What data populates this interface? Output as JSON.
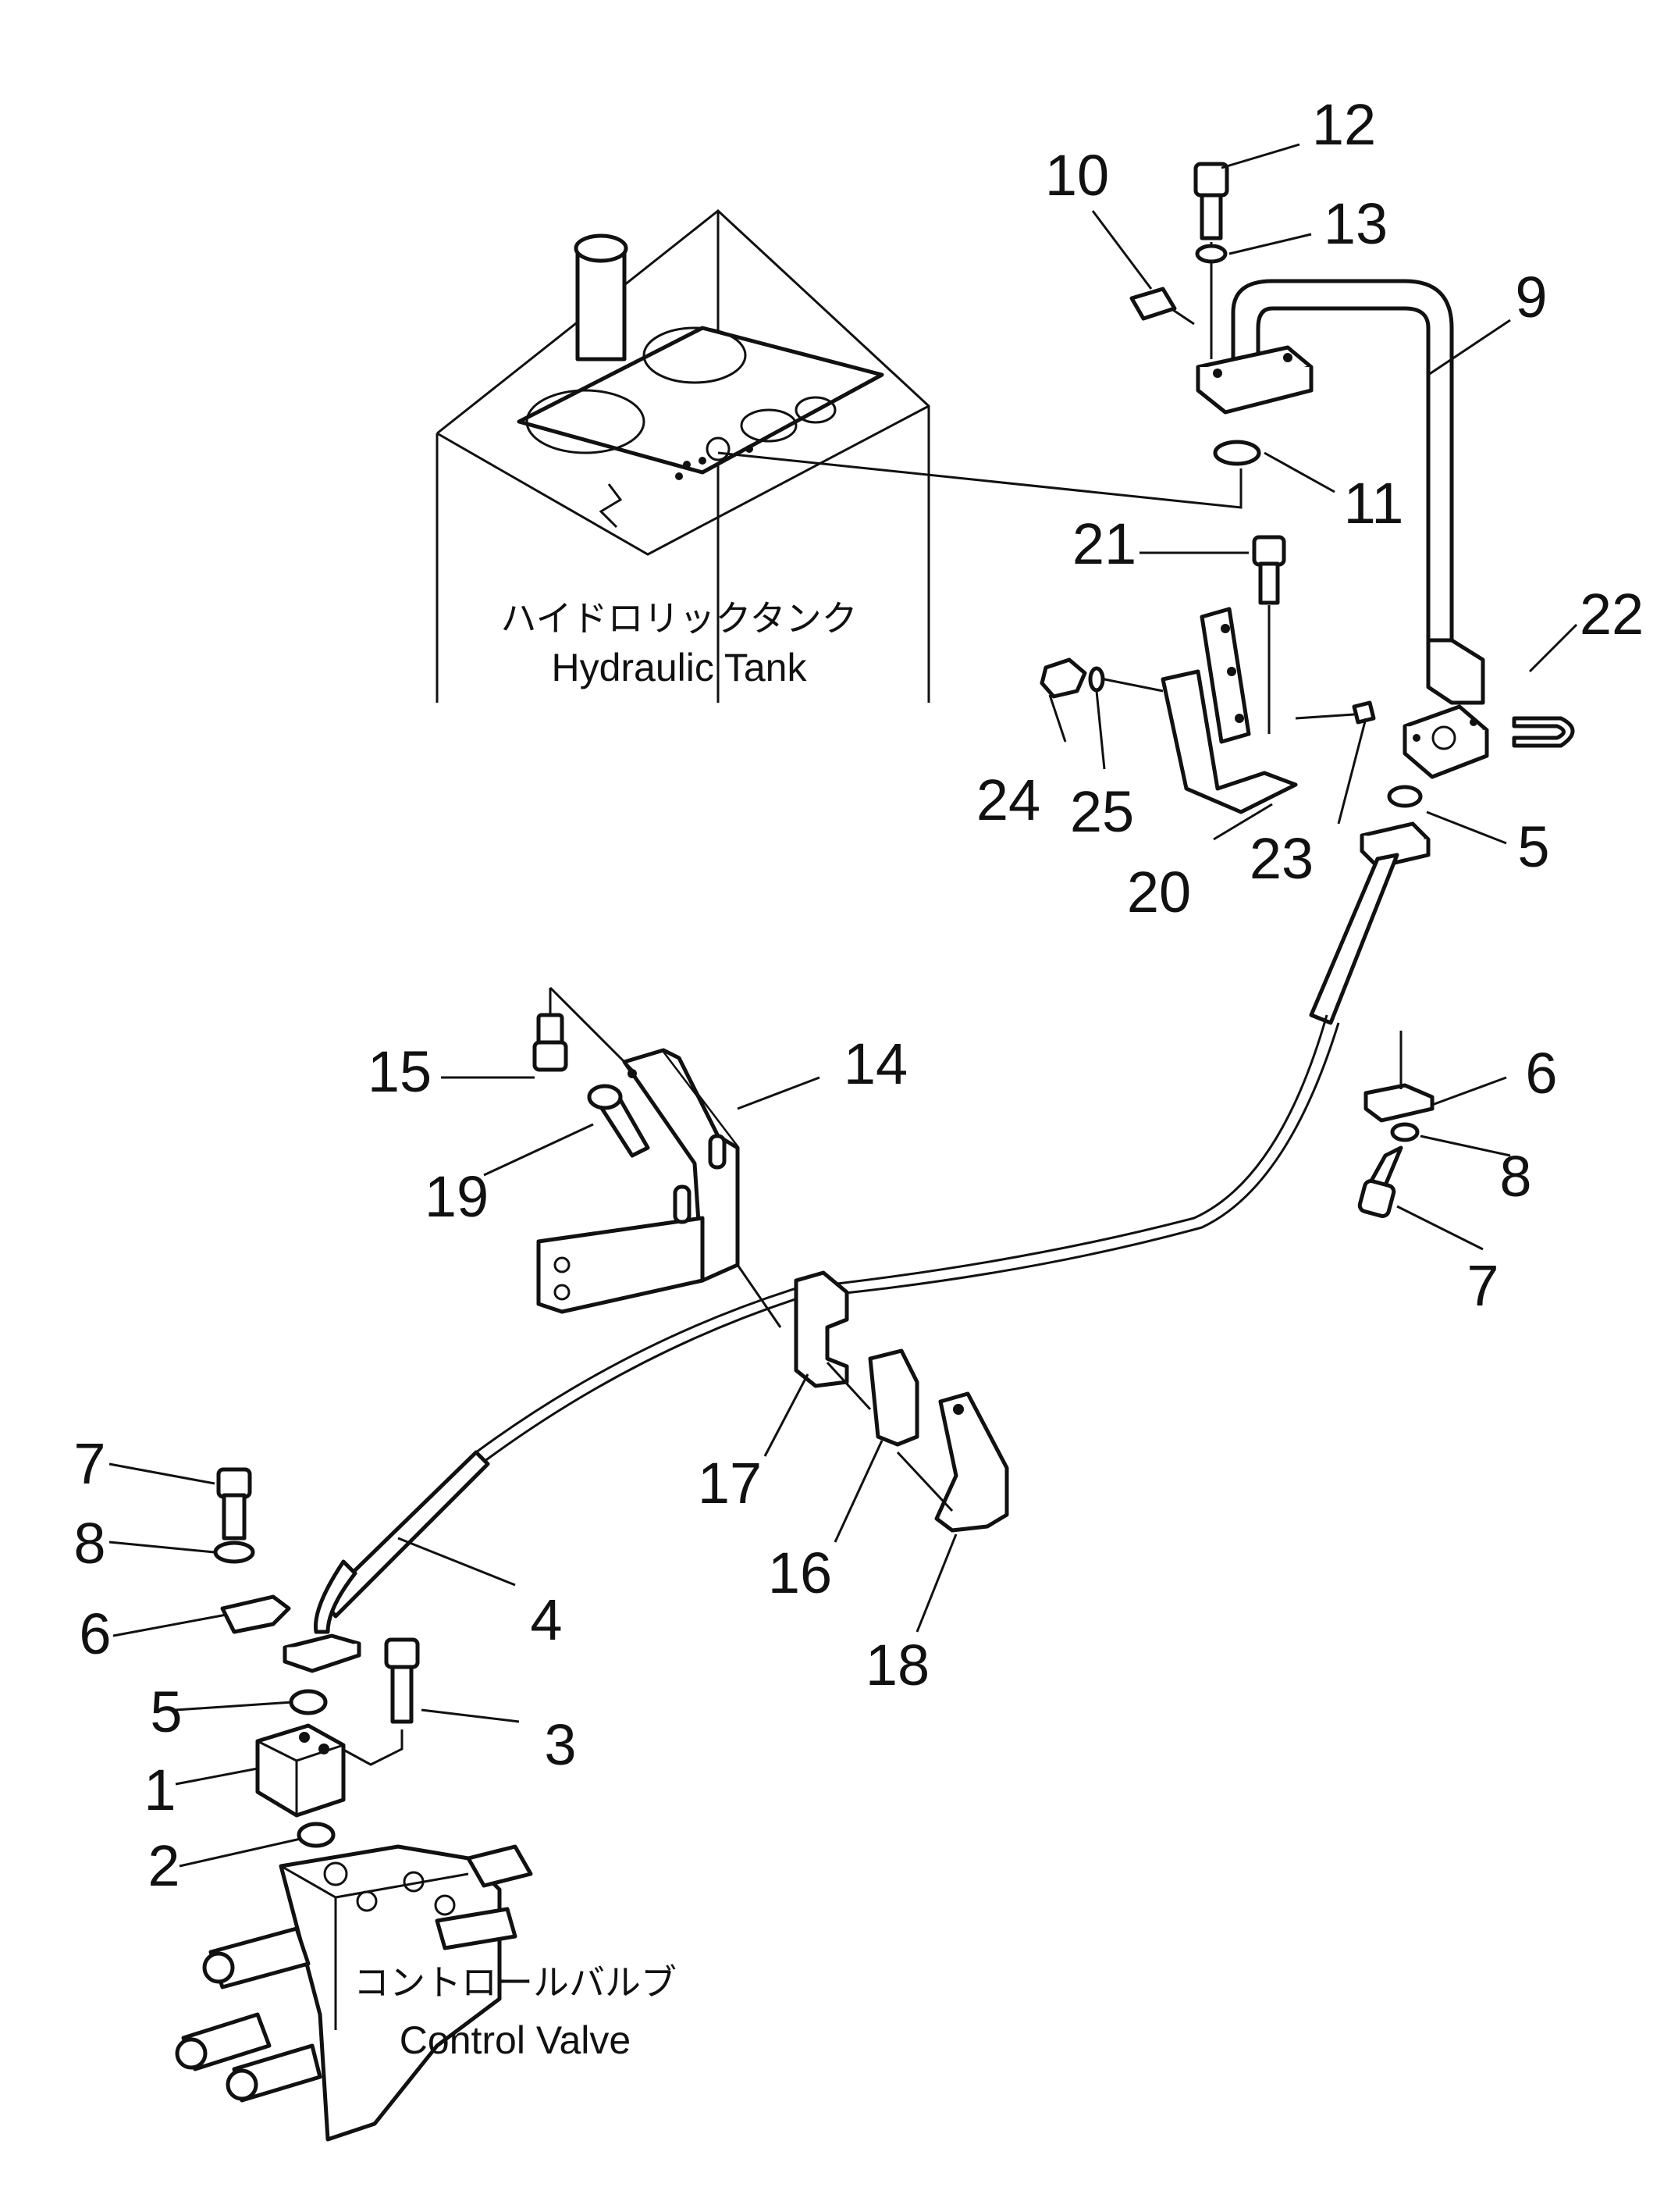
{
  "diagram": {
    "labels": {
      "tank_jp": "ハイドロリックタンク",
      "tank_en": "Hydraulic Tank",
      "valve_jp": "コントロールバルブ",
      "valve_en": "Control Valve"
    },
    "callouts": {
      "c1": "1",
      "c2": "2",
      "c3": "3",
      "c4": "4",
      "c5a": "5",
      "c5b": "5",
      "c6a": "6",
      "c6b": "6",
      "c7a": "7",
      "c7b": "7",
      "c8a": "8",
      "c8b": "8",
      "c9": "9",
      "c10": "10",
      "c11": "11",
      "c12": "12",
      "c13": "13",
      "c14": "14",
      "c15": "15",
      "c16": "16",
      "c17": "17",
      "c18": "18",
      "c19": "19",
      "c20": "20",
      "c21": "21",
      "c22": "22",
      "c23": "23",
      "c24": "24",
      "c25": "25"
    }
  }
}
